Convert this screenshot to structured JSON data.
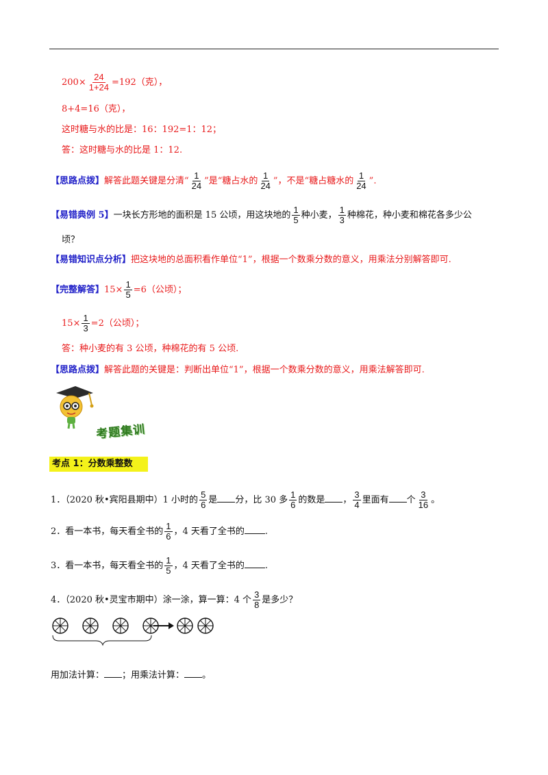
{
  "colors": {
    "red": "#e8191a",
    "blue": "#2020c8",
    "highlight": "#f4f21a",
    "green": "#2f7a1f"
  },
  "l1": {
    "pre": "200×",
    "num": "24",
    "den": "1+24",
    "post": "=192（克），"
  },
  "l2": "8+4=16（克），",
  "l3": "这时糖与水的比是：16：192=1：12；",
  "l4": "答：这时糖与水的比是 1：12.",
  "l5": {
    "tag": "【思路点拨】",
    "t1": "解答此题关键是分清“",
    "f": {
      "num": "1",
      "den": "24"
    },
    "t2": "”是“糖占水的",
    "t3": "”，不是“糖占糖水的",
    "t4": "”."
  },
  "l6": {
    "tag": "【易错典例 5】",
    "t1": "一块长方形地的面积是 15 公顷，用这块地的",
    "f1": {
      "num": "1",
      "den": "5"
    },
    "t2": "种小麦，",
    "f2": {
      "num": "1",
      "den": "3"
    },
    "t3": "种棉花，种小麦和棉花各多少公"
  },
  "l7": "顷？",
  "l8": {
    "tag": "【易错知识点分析】",
    "text": "把这块地的总面积看作单位“1”，根据一个数乘分数的意义，用乘法分别解答即可."
  },
  "l9": {
    "tag": "【完整解答】",
    "pre": "15×",
    "num": "1",
    "den": "5",
    "post": "=6（公顷）；"
  },
  "l10": {
    "pre": "15×",
    "num": "1",
    "den": "3",
    "post": "=2（公顷）；"
  },
  "l11": "答：种小麦的有 3 公顷，种棉花的有 5 公顷.",
  "l12": {
    "tag": "【思路点拨】",
    "text": "解答此题的关键是：判断出单位“1”，根据一个数乘分数的意义，用乘法解答即可."
  },
  "banner": "考题集训",
  "section": "考点 1：分数乘整数",
  "q1": {
    "a": "1．（2020 秋•宾阳县期中）1 小时的",
    "f1": {
      "num": "5",
      "den": "6"
    },
    "b": "是",
    "c": "分，比 30 多",
    "f2": {
      "num": "1",
      "den": "6"
    },
    "d": "的数是",
    "e": "，",
    "f3": {
      "num": "3",
      "den": "4"
    },
    "g": "里面有",
    "h": "个",
    "f4": {
      "num": "3",
      "den": "16"
    },
    "i": "。"
  },
  "q2": {
    "a": "2．看一本书，每天看全书的",
    "f": {
      "num": "1",
      "den": "6"
    },
    "b": "，4 天看了全书的",
    "c": "."
  },
  "q3": {
    "a": "3．看一本书，每天看全书的",
    "f": {
      "num": "1",
      "den": "5"
    },
    "b": "，4 天看了全书的",
    "c": "."
  },
  "q4": {
    "a": "4．（2020 秋•灵宝市期中）涂一涂，算一算：4 个",
    "f": {
      "num": "3",
      "den": "8"
    },
    "b": "是多少？"
  },
  "q5": {
    "a": "用加法计算：",
    "b": "；用乘法计算：",
    "c": "。"
  }
}
